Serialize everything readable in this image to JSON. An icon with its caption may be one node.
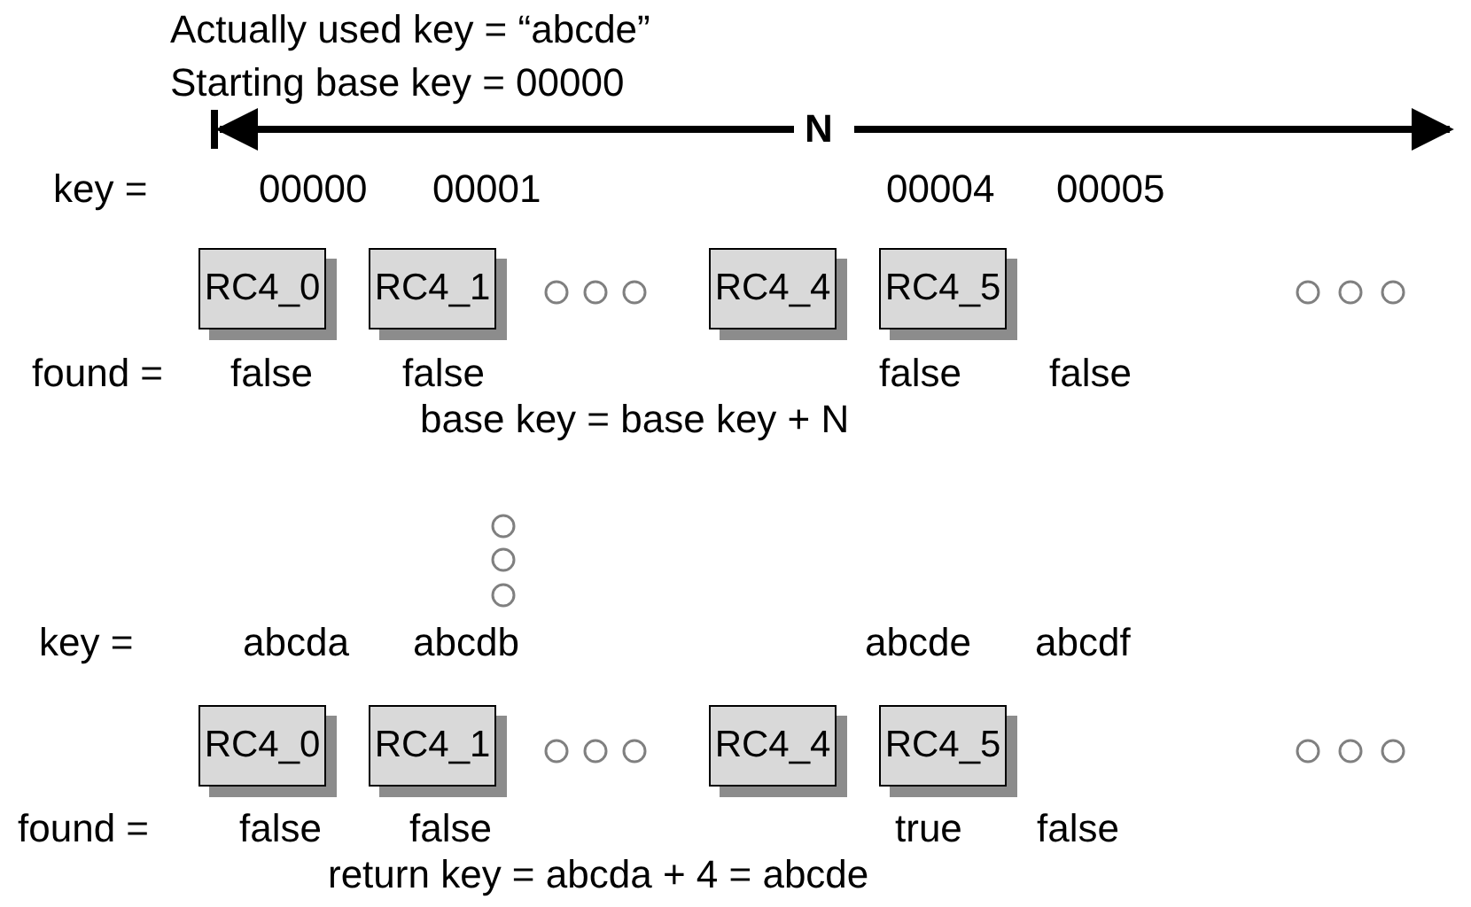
{
  "diagram": {
    "nodes": [
      {
        "text": [
          "RC4_0"
        ]
      },
      {
        "text": [
          "RC4_1"
        ]
      },
      {
        "text": [
          "RC4_4"
        ]
      },
      {
        "text": [
          "RC4_5"
        ]
      },
      {
        "text": [
          "RC4_0"
        ]
      },
      {
        "text": [
          "RC4_1"
        ]
      },
      {
        "text": [
          "RC4_4"
        ]
      },
      {
        "text": [
          "RC4_5"
        ]
      }
    ],
    "edges": [],
    "labels": [
      "Actually used key = “abcde”",
      "Starting base key = 00000",
      "N",
      "key =",
      "00000",
      "00001",
      "00004",
      "00005",
      "found =",
      "false",
      "false",
      "false",
      "false",
      "base key = base key + N",
      "key =",
      "abcda",
      "abcdb",
      "abcde",
      "abcdf",
      "found =",
      "false",
      "false",
      "true",
      "false",
      "return key = abcda + 4 = abcde"
    ]
  }
}
